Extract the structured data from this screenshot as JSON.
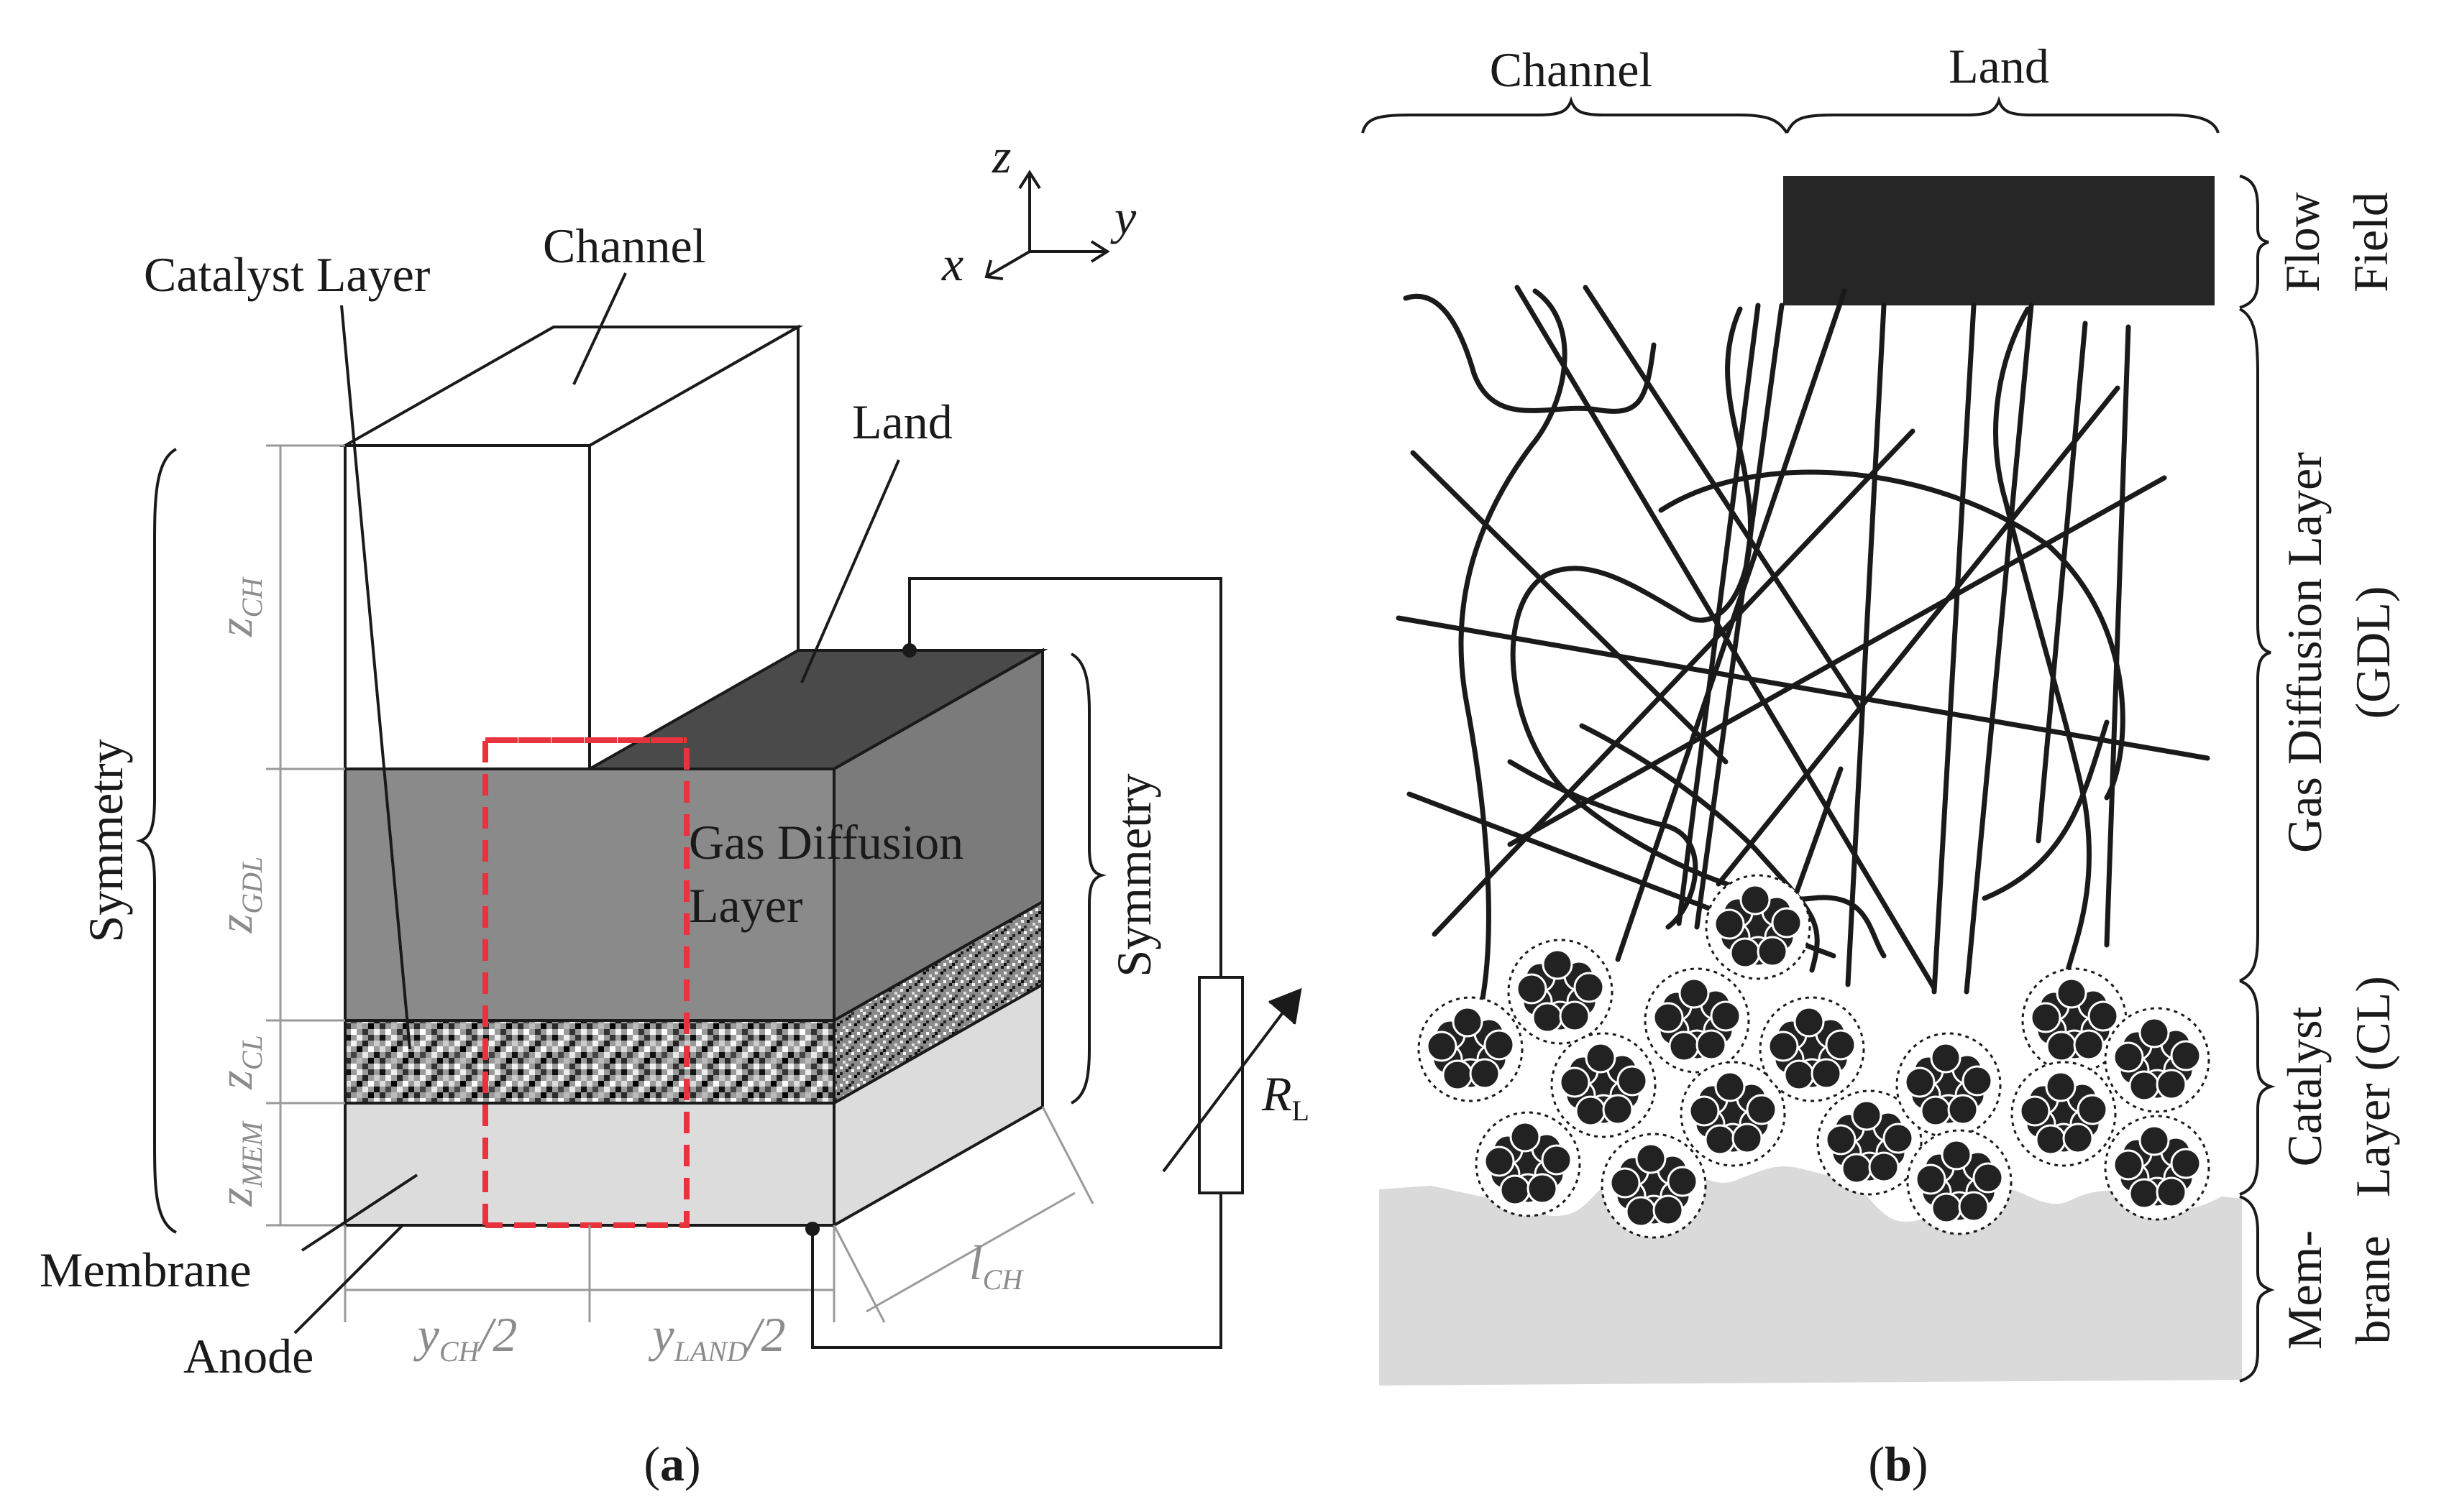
{
  "panel_a": {
    "caption_open": "(",
    "caption_letter": "a",
    "caption_close": ")",
    "labels": {
      "catalyst_layer": "Catalyst Layer",
      "channel": "Channel",
      "land": "Land",
      "gas_diffusion_line1": "Gas Diffusion",
      "gas_diffusion_line2": "Layer",
      "membrane": "Membrane",
      "anode": "Anode",
      "symmetry_left": "Symmetry",
      "symmetry_right": "Symmetry"
    },
    "axes": {
      "x": "x",
      "y": "y",
      "z": "z"
    },
    "dimensions": {
      "z_ch": {
        "var": "z",
        "sub": "CH"
      },
      "z_gdl": {
        "var": "z",
        "sub": "GDL"
      },
      "z_cl": {
        "var": "z",
        "sub": "CL"
      },
      "z_mem": {
        "var": "z",
        "sub": "MEM"
      },
      "y_ch": {
        "var": "y",
        "sub": "CH",
        "suffix": "/2"
      },
      "y_land": {
        "var": "y",
        "sub": "LAND",
        "suffix": "/2"
      },
      "l_ch": {
        "var": "l",
        "sub": "CH"
      }
    },
    "resistor": {
      "var": "R",
      "sub": "L"
    },
    "colors": {
      "gdl_front": "#8a8a8a",
      "gdl_side": "#7b7b7b",
      "land_top": "#4a4a4a",
      "membrane": "#dcdcdc",
      "highlight_box": "#e8323c"
    }
  },
  "panel_b": {
    "caption_open": "(",
    "caption_letter": "b",
    "caption_close": ")",
    "top_labels": {
      "channel": "Channel",
      "land": "Land"
    },
    "side_labels": {
      "flow_field_1": "Flow",
      "flow_field_2": "Field",
      "gdl_1": "Gas Diffusion Layer",
      "gdl_2": "(GDL)",
      "cl_1": "Catalyst",
      "cl_2": "Layer (CL)",
      "mem_1": "Mem-",
      "mem_2": "brane"
    },
    "colors": {
      "land_block": "#262626",
      "membrane": "#d9dad9",
      "particle": "#222222"
    }
  }
}
